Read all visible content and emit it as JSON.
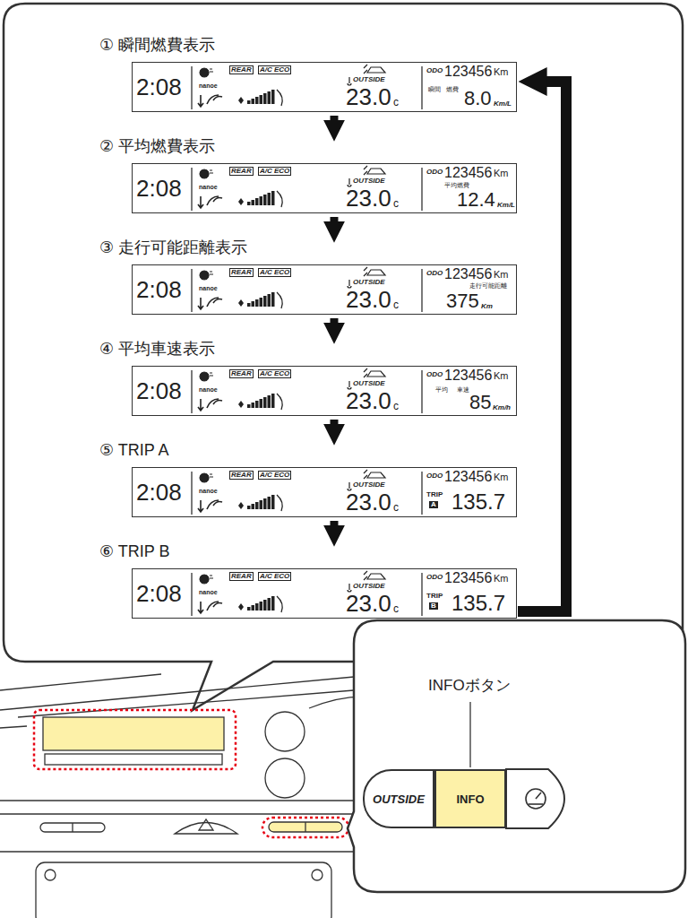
{
  "diagram": {
    "nodes": [
      {
        "text": [
          "① 瞬間燃費表示",
          "2:08",
          "nanoe",
          "REAR",
          "A/C ECO",
          "OUTSIDE",
          "23.0",
          "c",
          "ODO",
          "123456",
          "Km",
          "瞬間",
          "燃費",
          "8.0",
          "Km/L"
        ]
      },
      {
        "text": [
          "② 平均燃費表示",
          "2:08",
          "nanoe",
          "REAR",
          "A/C ECO",
          "OUTSIDE",
          "23.0",
          "c",
          "ODO",
          "123456",
          "Km",
          "平均燃費",
          "12.4",
          "Km/L"
        ]
      },
      {
        "text": [
          "③ 走行可能距離表示",
          "2:08",
          "nanoe",
          "REAR",
          "A/C ECO",
          "OUTSIDE",
          "23.0",
          "c",
          "ODO",
          "123456",
          "Km",
          "走行可能距離",
          "375",
          "Km"
        ]
      },
      {
        "text": [
          "④ 平均車速表示",
          "2:08",
          "nanoe",
          "REAR",
          "A/C ECO",
          "OUTSIDE",
          "23.0",
          "c",
          "ODO",
          "123456",
          "Km",
          "平均",
          "車速",
          "85",
          "Km/h"
        ]
      },
      {
        "text": [
          "⑤ TRIP A",
          "2:08",
          "nanoe",
          "REAR",
          "A/C ECO",
          "OUTSIDE",
          "23.0",
          "c",
          "ODO",
          "123456",
          "Km",
          "TRIP",
          "A",
          "135.7"
        ]
      },
      {
        "text": [
          "⑥ TRIP B",
          "2:08",
          "nanoe",
          "REAR",
          "A/C ECO",
          "OUTSIDE",
          "23.0",
          "c",
          "ODO",
          "123456",
          "Km",
          "TRIP",
          "B",
          "135.7"
        ]
      },
      {
        "text": [
          "OUTSIDE"
        ]
      },
      {
        "text": [
          "INFO"
        ]
      }
    ],
    "edges": [
      {
        "from": 0,
        "to": 1,
        "arrow": "to"
      },
      {
        "from": 1,
        "to": 2,
        "arrow": "to"
      },
      {
        "from": 2,
        "to": 3,
        "arrow": "to"
      },
      {
        "from": 3,
        "to": 4,
        "arrow": "to"
      },
      {
        "from": 4,
        "to": 5,
        "arrow": "to"
      },
      {
        "from": 5,
        "to": 0,
        "arrow": "to"
      }
    ],
    "labels": [
      "INFOボタン"
    ]
  }
}
